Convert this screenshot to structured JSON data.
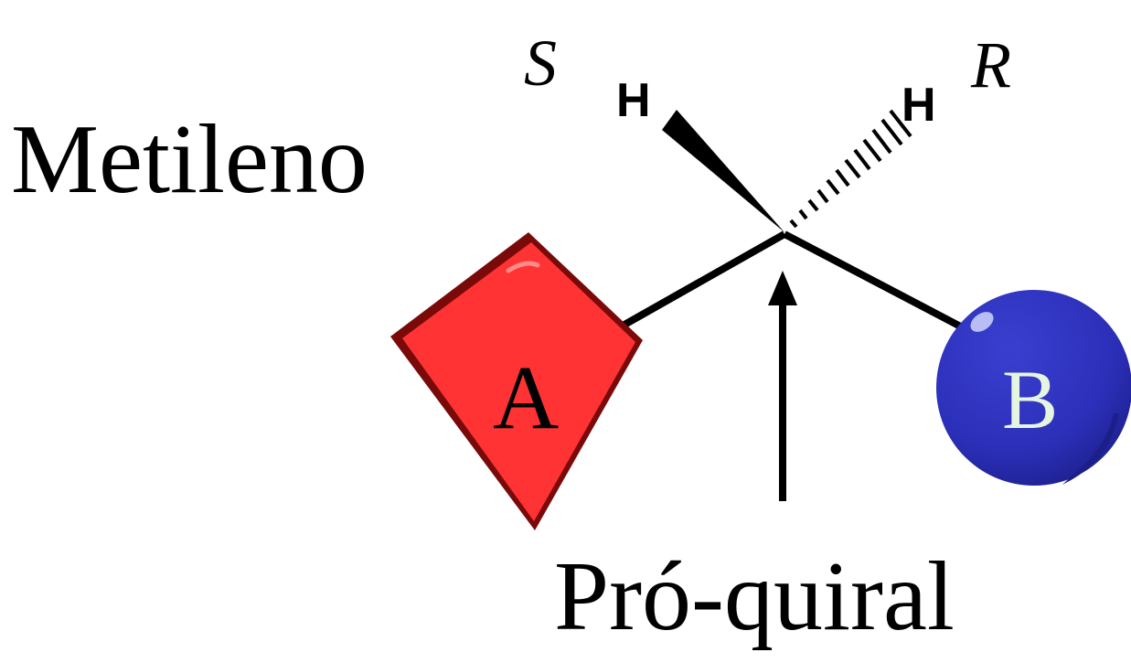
{
  "title": "Metileno",
  "caption": "Pró-quiral",
  "stereo_left": "S",
  "stereo_right": "R",
  "atom_left": "H",
  "atom_right": "H",
  "group_a": "A",
  "group_b": "B",
  "colors": {
    "group_a_fill": "#ff3333",
    "group_a_border": "#7a0a0a",
    "group_b_fill": "#2b2fb8",
    "group_b_dark": "#1c1f8a",
    "group_b_text": "#e6f5e0",
    "bond": "#000000"
  }
}
